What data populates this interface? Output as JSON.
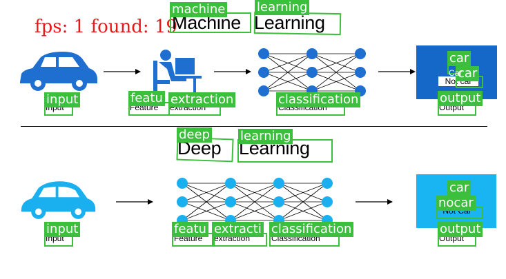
{
  "overlay": {
    "fps_text": "fps: 1 found: 19"
  },
  "ml": {
    "title_part1": "Machine",
    "title_part2": "Learning",
    "caption_input": "Input",
    "caption_feature": "Feature",
    "caption_extraction": "extraction",
    "caption_classification": "Classification",
    "caption_output": "Output",
    "output_car": "Car",
    "output_notcar": "Not car",
    "car_color": "#1e6fd0",
    "output_bg": "#1568c8"
  },
  "dl": {
    "title_part1": "Deep",
    "title_part2": "Learning",
    "caption_input": "Input",
    "caption_feature": "Feature",
    "caption_extraction": "extraction",
    "caption_classification": "Classification",
    "caption_output": "Output",
    "output_notcar": "Not Car",
    "car_color": "#1ab0f0",
    "output_bg": "#19b4f2"
  },
  "detections": [
    "machine",
    "learning",
    "input",
    "featu",
    "extraction",
    "classification",
    "car",
    "car",
    "output",
    "deep",
    "learning",
    "input",
    "featu",
    "extracti",
    "classification",
    "car",
    "nocar",
    "output"
  ]
}
